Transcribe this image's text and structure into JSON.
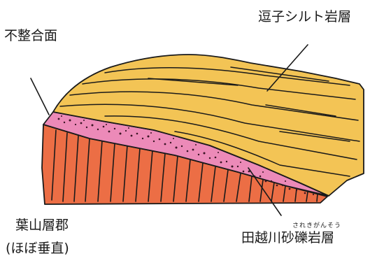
{
  "labels": {
    "zushi_siltstone": "逗子シルト岩層",
    "unconformity": "不整合面",
    "hayama_group": "葉山層郡",
    "hayama_group_note": "(ほぼ垂直)",
    "taigoekawa_conglomerate": "田越川砂礫岩層",
    "taigoekawa_reading": "されきがんそう"
  },
  "colors": {
    "siltstone_fill": "#f3c455",
    "conglomerate_fill": "#ec8ab8",
    "hayama_fill": "#ec6e45",
    "outline": "#1a1a1a"
  }
}
